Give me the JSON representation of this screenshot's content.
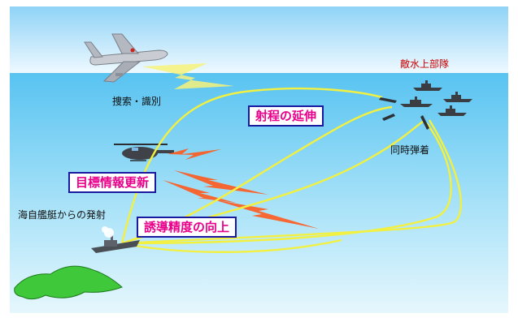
{
  "labels": {
    "search_identify": "捜索・識別",
    "enemy_surface_unit": "敵水上部隊",
    "simultaneous_impact": "同時弾着",
    "launch_from_msdf_ship": "海自艦艇からの発射"
  },
  "boxes": {
    "range_extension": "射程の延伸",
    "target_info_update": "目標情報更新",
    "guidance_precision_improvement": "誘導精度の向上"
  },
  "colors": {
    "sky_top": "#9ad8f8",
    "sky_bottom": "#e8f7ff",
    "sea_top": "#5cc6f2",
    "sea_bottom": "#dff5fd",
    "missile_path": "#f2f040",
    "datalink_zigzag": "#ff5a1e",
    "box_border": "#1a1aa0",
    "box_text": "#e8008a",
    "enemy_label": "#cc0000",
    "island": "#3ec83a"
  },
  "icons": {
    "patrol_aircraft": "patrol-aircraft-icon",
    "helicopter": "helicopter-icon",
    "launch_ship": "destroyer-icon",
    "enemy_ships": "warship-icon",
    "missiles": "missile-icon",
    "island": "island-icon"
  }
}
